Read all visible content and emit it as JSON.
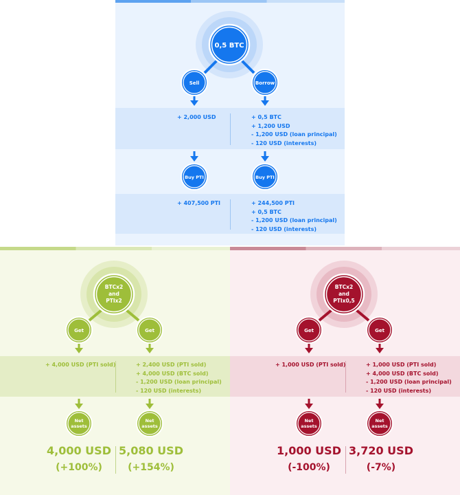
{
  "colors": {
    "blue": "#1577ee",
    "green": "#9ebe3a",
    "red": "#a4122d"
  },
  "top": {
    "root": "0,5 BTC",
    "left_node": "Sell",
    "right_node": "Borrow",
    "row1_left": [
      "+ 2,000 USD"
    ],
    "row1_right": [
      "+ 0,5 BTC",
      "+ 1,200 USD",
      "- 1,200 USD (loan principal)",
      "- 120 USD (interests)"
    ],
    "left_node2": "Buy PTI",
    "right_node2": "Buy PTI",
    "row2_left": [
      "+ 407,500 PTI"
    ],
    "row2_right": [
      "+ 244,500 PTI",
      "+ 0,5 BTC",
      "- 1,200 USD (loan principal)",
      "- 120 USD (interests)"
    ]
  },
  "green": {
    "root": [
      "BTCx2",
      "and",
      "PTIx2"
    ],
    "left_node": "Get",
    "right_node": "Get",
    "row_left": [
      "+ 4,000 USD (PTI sold)"
    ],
    "row_right": [
      "+ 2,400 USD (PTI sold)",
      "+ 4,000 USD (BTC sold)",
      "- 1,200 USD (loan principal)",
      "- 120 USD (interests)"
    ],
    "net_label": [
      "Net",
      "assets"
    ],
    "left_value": "4,000 USD",
    "left_pct": "(+100%)",
    "right_value": "5,080 USD",
    "right_pct": "(+154%)"
  },
  "red": {
    "root": [
      "BTCx2",
      "and",
      "PTIx0,5"
    ],
    "left_node": "Get",
    "right_node": "Get",
    "row_left": [
      "+ 1,000 USD (PTI sold)"
    ],
    "row_right": [
      "+ 1,000 USD (PTI sold)",
      "+ 4,000 USD (BTC sold)",
      "- 1,200 USD (loan principal)",
      "- 120 USD (interests)"
    ],
    "net_label": [
      "Net",
      "assets"
    ],
    "left_value": "1,000 USD",
    "left_pct": "(-100%)",
    "right_value": "3,720 USD",
    "right_pct": "(-7%)"
  }
}
